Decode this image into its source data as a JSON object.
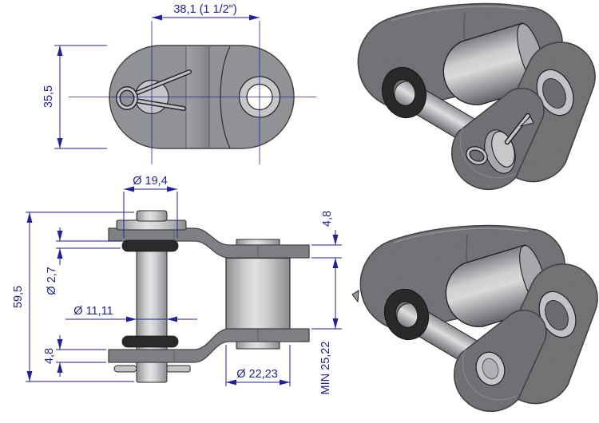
{
  "drawing": {
    "dimensions": {
      "pitch": "38,1  (1 1/2\")",
      "plate_width": "35,5",
      "oring_outer_diameter": "Ø 19,4",
      "oring_cross_section": "Ø 2,7",
      "pin_diameter": "Ø 11,11",
      "pin_length": "59,5",
      "plate_thickness_right": "4,8",
      "plate_thickness_left": "4,8",
      "inner_width_min": "MIN 25,22",
      "roller_diameter": "Ø 22,23"
    },
    "colors": {
      "dimension_blue": "#21219b",
      "outline_dark": "#28282a",
      "plate_gray_top_view": "#8c8e91",
      "plate_gray_side_view": "#76787b",
      "iso_plate_gray": "#66676a",
      "cylinder_highlight": "#dedfe1",
      "oring_black": "#2a2a2c",
      "background": "#ffffff"
    }
  }
}
